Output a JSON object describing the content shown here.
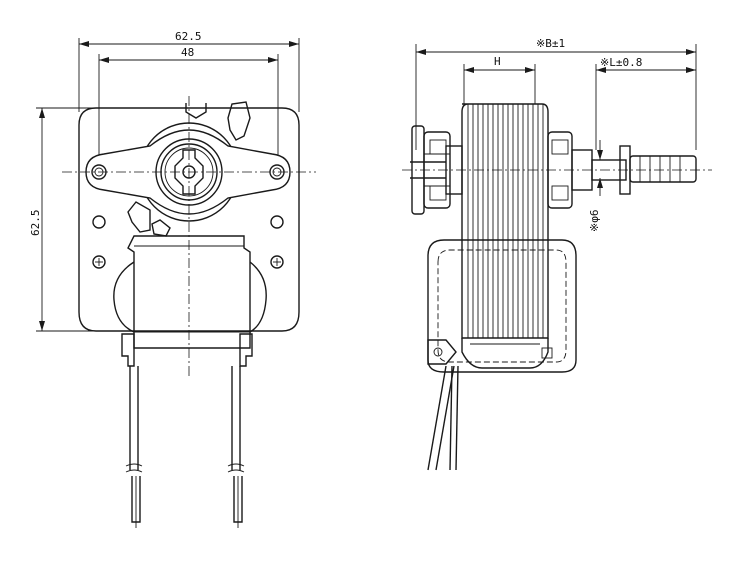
{
  "drawing": {
    "front_view": {
      "overall_width": "62.5",
      "hole_spacing": "48",
      "overall_height": "62.5"
    },
    "side_view": {
      "total_length": "※B±1",
      "stack_height": "H",
      "shaft_length": "※L±0.8",
      "shaft_diameter": "※φ6"
    }
  }
}
